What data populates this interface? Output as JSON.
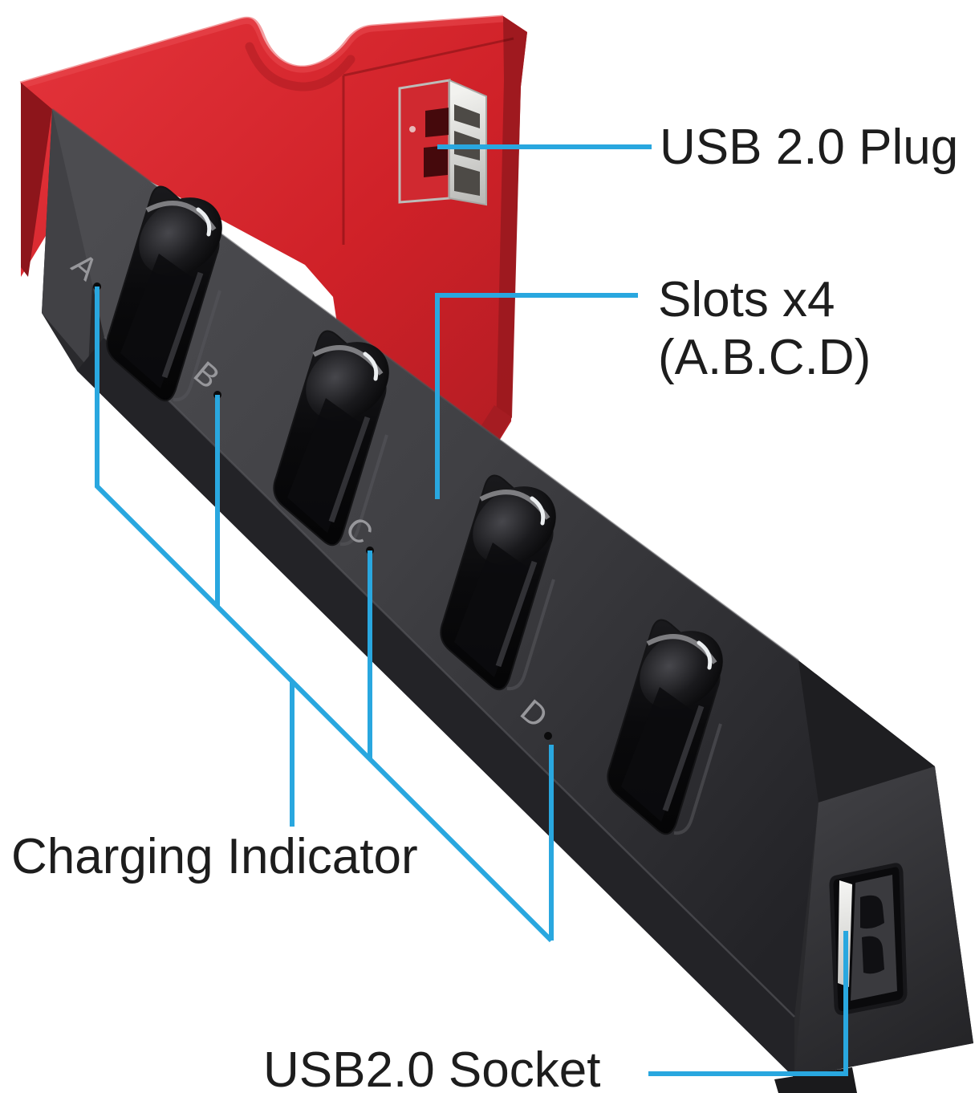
{
  "figure": {
    "description": "Annotated product diagram of a 4-slot Joy-Con controller charging dock"
  },
  "annotations": {
    "usb_plug_label": "USB 2.0 Plug",
    "slots_label_line1": "Slots x4",
    "slots_label_line2": "(A.B.C.D)",
    "charging_label": "Charging Indicator",
    "socket_label": "USB2.0 Socket"
  },
  "device": {
    "slot_letters": [
      "A",
      "B",
      "C",
      "D"
    ]
  },
  "colors": {
    "callout_blue": "#29a7df",
    "label_text": "#1d1d1d",
    "red_main": "#cf2128",
    "red_dark": "#8d151b",
    "bar_gray": "#434346",
    "metal": "#dedddb"
  }
}
